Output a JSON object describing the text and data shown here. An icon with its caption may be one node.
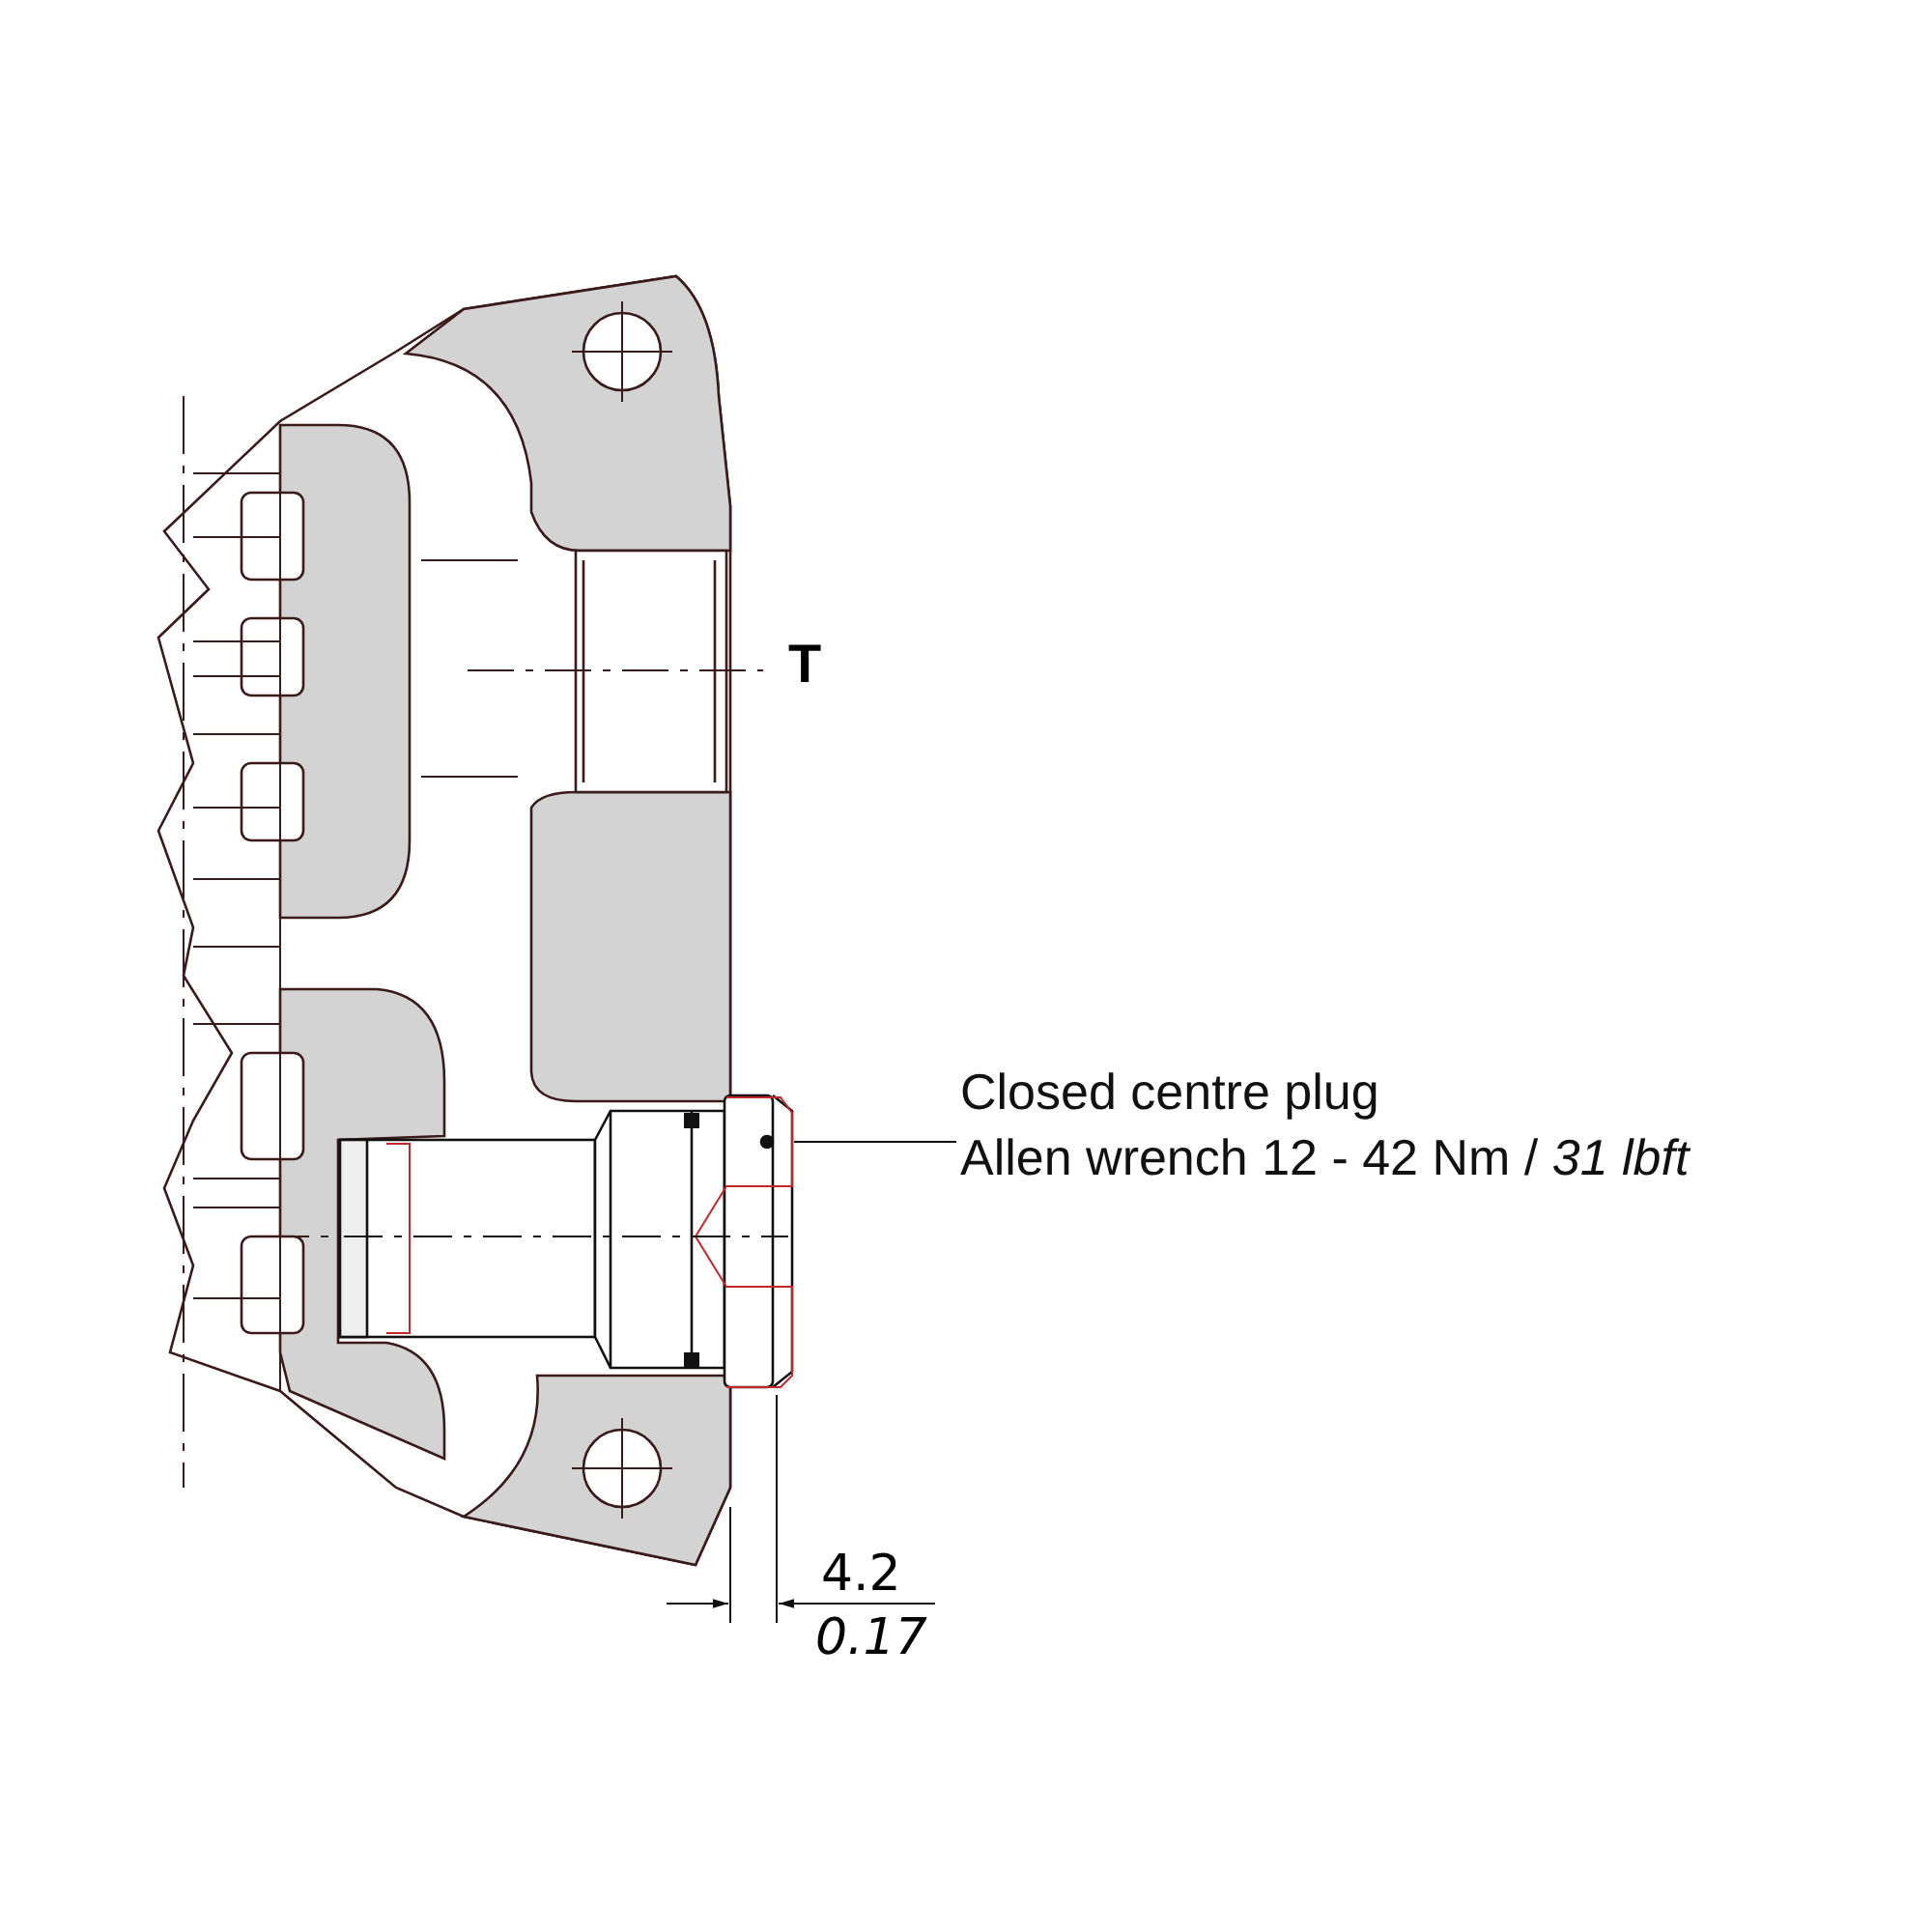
{
  "diagram": {
    "nodes": [
      {
        "text": [
          "Closed centre plug",
          "Allen wrench 12 - 42 Nm / *31 lbft*"
        ]
      },
      {
        "text": [],
        "shape": "picture"
      }
    ],
    "edges": [
      {
        "from": 0,
        "to": 1,
        "arrow": "none"
      }
    ],
    "labels": [
      "T",
      "4.2",
      "0.17"
    ]
  }
}
